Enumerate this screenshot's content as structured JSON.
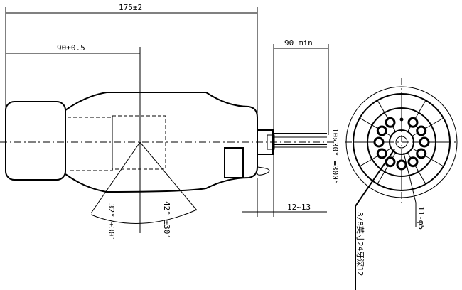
{
  "dimensions": {
    "overall_length": "175±2",
    "body_length": "90±0.5",
    "lead_length": "90 min",
    "flange_offset": "12~13",
    "angle_left": "32° ±30′",
    "angle_right": "42° ±30′",
    "pin_spacing": "10×30° =300°",
    "pin_holes": "11-φ5",
    "thread": "3/8英寸24牙深12"
  },
  "pin_count": 11
}
